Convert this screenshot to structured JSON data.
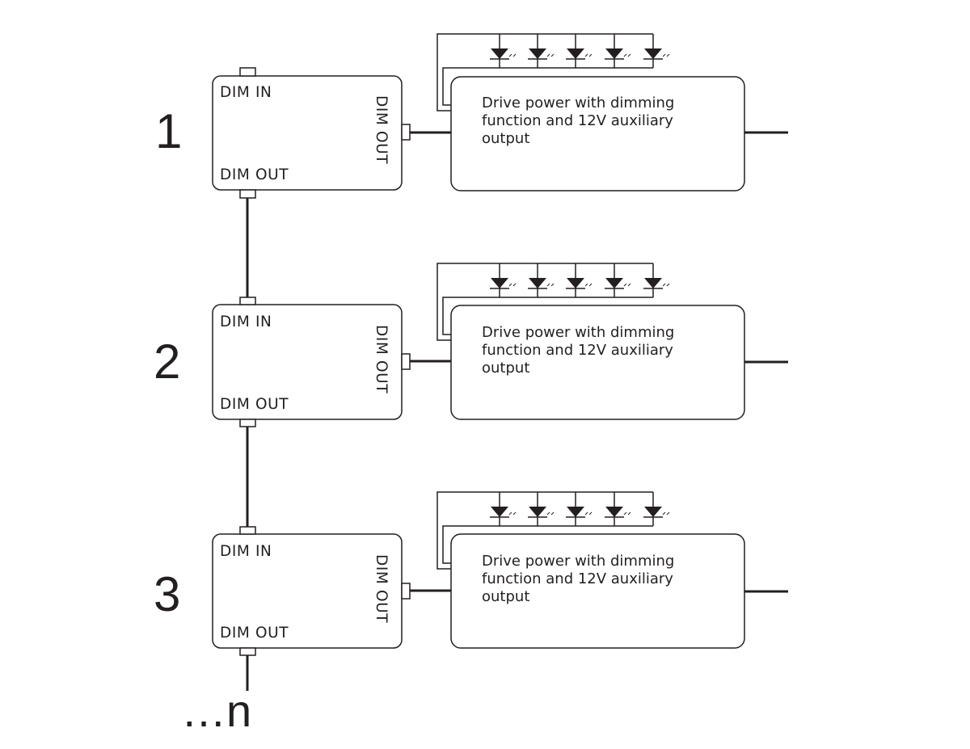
{
  "units": [
    {
      "number": "1",
      "controller": {
        "dim_in": "DIM IN",
        "dim_out": "DIM OUT",
        "dim_out_side": "DIM OUT"
      },
      "driver_text": [
        "Drive power with dimming",
        "function and 12V auxiliary",
        "output"
      ]
    },
    {
      "number": "2",
      "controller": {
        "dim_in": "DIM IN",
        "dim_out": "DIM OUT",
        "dim_out_side": "DIM OUT"
      },
      "driver_text": [
        "Drive power with dimming",
        "function and 12V auxiliary",
        "output"
      ]
    },
    {
      "number": "3",
      "controller": {
        "dim_in": "DIM IN",
        "dim_out": "DIM OUT",
        "dim_out_side": "DIM OUT"
      },
      "driver_text": [
        "Drive power with dimming",
        "function and 12V auxiliary",
        "output"
      ]
    }
  ],
  "continuation_label": "…n",
  "leds_per_unit": 5,
  "line_color": "#231f20"
}
